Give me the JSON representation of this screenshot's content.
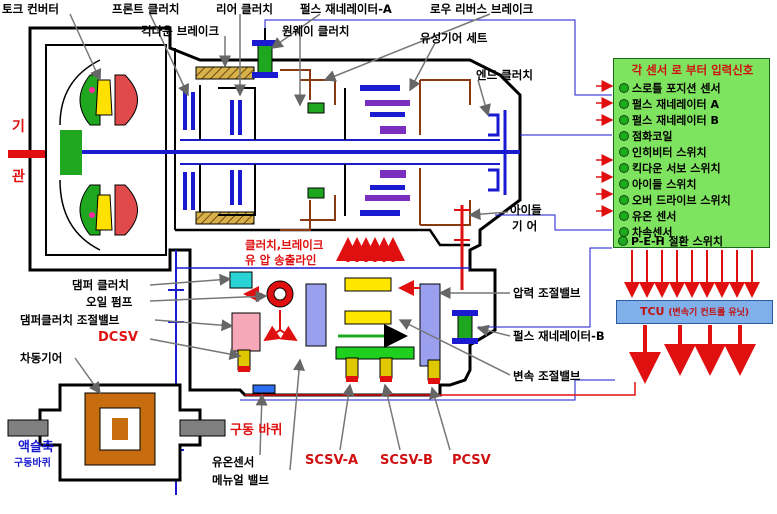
{
  "labels": {
    "torque_converter": "토크 컨버터",
    "front_clutch": "프론트 클러치",
    "rear_clutch": "리어 클러치",
    "pulse_gen_a": "펄스 재네레이터-A",
    "low_reverse_brake": "로우 리버스 브레이크",
    "kickdown_brake": "킥다운 브레이크",
    "oneway_clutch": "원웨이 클러치",
    "planetary_gear_set": "유성기어 세트",
    "end_clutch": "엔드 클러치",
    "engine_1": "기",
    "engine_2": "관",
    "idle_gear_1": "아이들",
    "idle_gear_2": "기   어",
    "clutch_brake_1": "클러치,브레이크",
    "clutch_brake_2": "유 압   송출라인",
    "damper_clutch": "댐퍼 클러치",
    "oil_pump": "오일 펌프",
    "damper_control_valve": "댐퍼클러치 조절밸브",
    "dcsv": "DCSV",
    "pressure_control_valve": "압력 조절밸브",
    "pulse_gen_b": "펄스 재네레이터-B",
    "shift_control_valve": "변속 조절밸브",
    "differential_gear": "차동기어",
    "axle_1": "액슬축",
    "axle_2": "구동바퀴",
    "drive_wheel": "구동 바퀴",
    "oil_temp_sensor": "유온센서",
    "manual_valve": "메뉴얼 밸브",
    "scsv_a": "SCSV-A",
    "scsv_b": "SCSV-B",
    "pcsv": "PCSV"
  },
  "sensor_panel": {
    "title": "각 센서 로 부터 입력신호",
    "items": [
      "스로틀 포지션 센서",
      "펄스 재네레이터 A",
      "펄스 재네레이터 B",
      "점화코일",
      "인히비터 스위치",
      "킥다운 서보 스위치",
      "아이들 스위치",
      "오버 드라이브 스위치",
      "유온 센서",
      "차속센서",
      "P-E-H 절환 스위치"
    ]
  },
  "tcu": {
    "label": "TCU",
    "sub": "(변속기 컨트롤 유닛)"
  },
  "colors": {
    "case_fill": "#ffffff",
    "case_stroke": "#000000",
    "shaft_blue": "#1a1ad0",
    "hydraulic_brown": "#8a3a10",
    "signal_red": "#e01010",
    "sensor_green": "#7ee35e",
    "tcu_blue": "#7fb0ea"
  }
}
